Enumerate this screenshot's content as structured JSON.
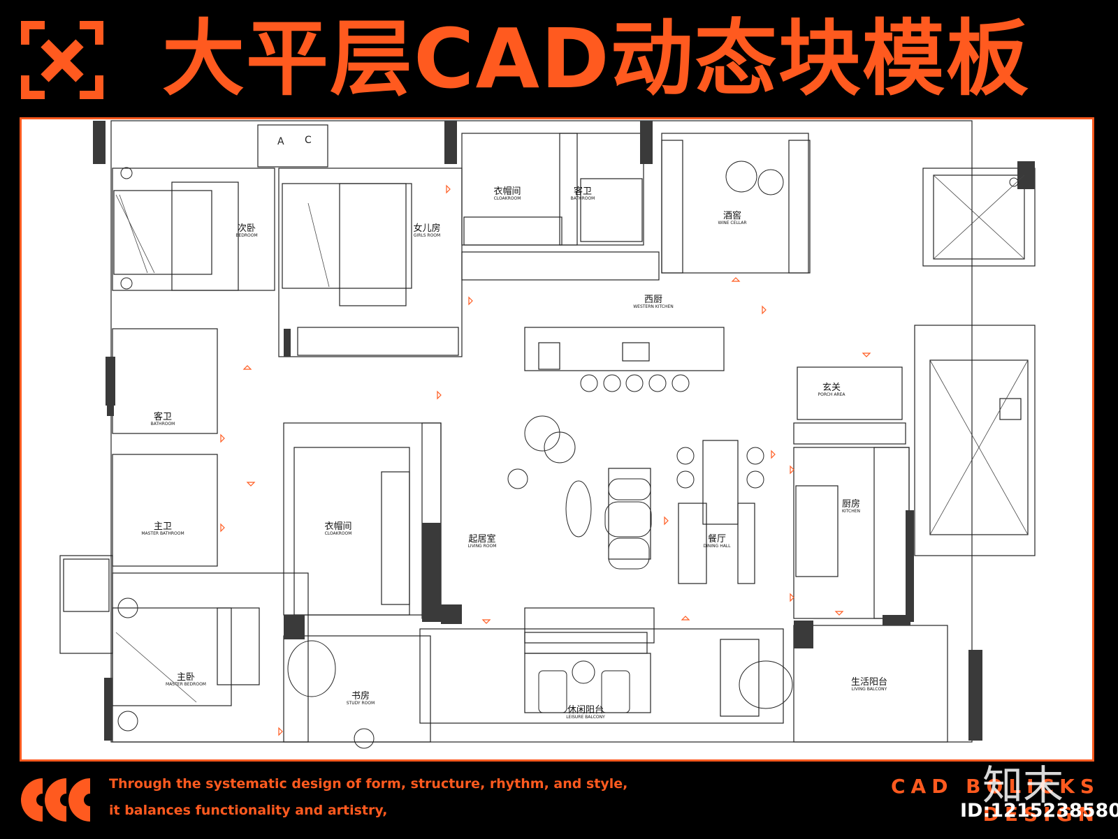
{
  "header": {
    "title": "大平层CAD动态块模板"
  },
  "colors": {
    "accent": "#ff5a1f",
    "background": "#000000",
    "plan_bg": "#ffffff",
    "wall": "#3a3a3a"
  },
  "plan": {
    "rooms": [
      {
        "zh": "次卧",
        "en": "BEDROOM"
      },
      {
        "zh": "女儿房",
        "en": "GIRLS ROOM"
      },
      {
        "zh": "衣帽间",
        "en": "CLOAKROOM"
      },
      {
        "zh": "客卫",
        "en": "BATHROOM"
      },
      {
        "zh": "酒窖",
        "en": "WINE CELLAR"
      },
      {
        "zh": "西厨",
        "en": "WESTERN KITCHEN"
      },
      {
        "zh": "玄关",
        "en": "PORCH AREA"
      },
      {
        "zh": "客卫",
        "en": "BATHROOM"
      },
      {
        "zh": "主卫",
        "en": "MASTER BATHROOM"
      },
      {
        "zh": "衣帽间",
        "en": "CLOAKROOM"
      },
      {
        "zh": "起居室",
        "en": "LIVING ROOM"
      },
      {
        "zh": "餐厅",
        "en": "DINING HALL"
      },
      {
        "zh": "厨房",
        "en": "KITCHEN"
      },
      {
        "zh": "主卧",
        "en": "MASTER BEDROOM"
      },
      {
        "zh": "书房",
        "en": "STUDY ROOM"
      },
      {
        "zh": "休闲阳台",
        "en": "LEISURE BALCONY"
      },
      {
        "zh": "生活阳台",
        "en": "LIVING BALCONY"
      }
    ],
    "fixture_letters": [
      "A",
      "C"
    ]
  },
  "footer": {
    "tagline_1": "Through the systematic design of form, structure, rhythm, and style,",
    "tagline_2": "it balances functionality and artistry,",
    "brand_1": "CAD BOLICKS",
    "brand_2": "DESIGN"
  },
  "watermark": {
    "logo_text": "知末",
    "id_text": "ID:1215238580"
  }
}
